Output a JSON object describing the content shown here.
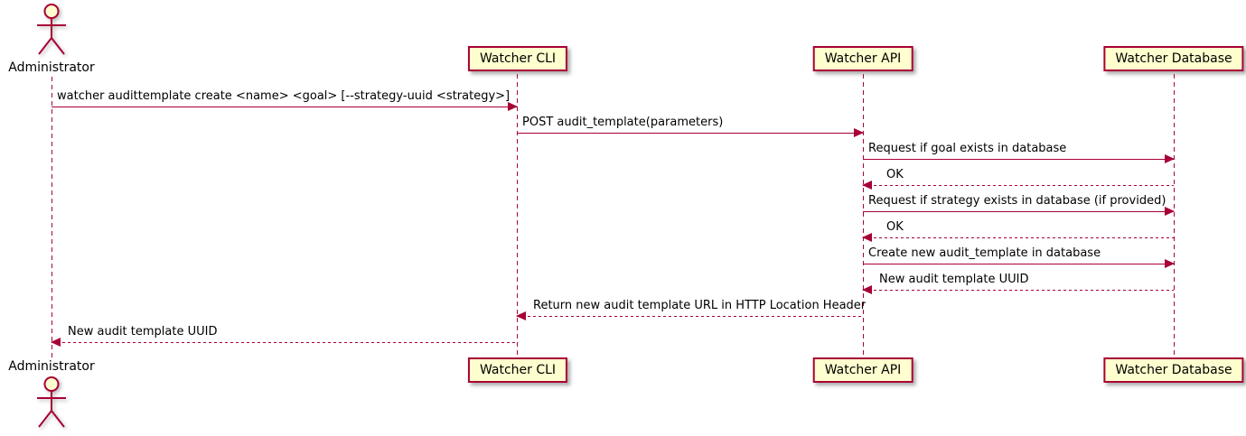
{
  "colors": {
    "accent": "#A80036",
    "participant_fill": "#FEFECE",
    "text": "#000000",
    "background": "#FFFFFF"
  },
  "actor": {
    "name": "Administrator"
  },
  "participants": [
    {
      "label": "Watcher CLI"
    },
    {
      "label": "Watcher API"
    },
    {
      "label": "Watcher Database"
    }
  ],
  "messages": [
    {
      "from": "Administrator",
      "to": "Watcher CLI",
      "style": "solid",
      "text": "watcher audittemplate create <name> <goal> [--strategy-uuid <strategy>]"
    },
    {
      "from": "Watcher CLI",
      "to": "Watcher API",
      "style": "solid",
      "text": "POST audit_template(parameters)"
    },
    {
      "from": "Watcher API",
      "to": "Watcher Database",
      "style": "solid",
      "text": "Request if goal exists in database"
    },
    {
      "from": "Watcher Database",
      "to": "Watcher API",
      "style": "dashed",
      "text": "OK"
    },
    {
      "from": "Watcher API",
      "to": "Watcher Database",
      "style": "solid",
      "text": "Request if strategy exists in database (if provided)"
    },
    {
      "from": "Watcher Database",
      "to": "Watcher API",
      "style": "dashed",
      "text": "OK"
    },
    {
      "from": "Watcher API",
      "to": "Watcher Database",
      "style": "solid",
      "text": "Create new audit_template in database"
    },
    {
      "from": "Watcher Database",
      "to": "Watcher API",
      "style": "dashed",
      "text": "New audit template UUID"
    },
    {
      "from": "Watcher API",
      "to": "Watcher CLI",
      "style": "dashed",
      "text": "Return new audit template URL in HTTP Location Header"
    },
    {
      "from": "Watcher CLI",
      "to": "Administrator",
      "style": "dashed",
      "text": "New audit template UUID"
    }
  ]
}
